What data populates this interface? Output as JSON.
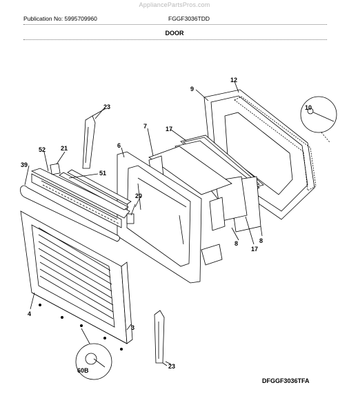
{
  "watermark": "AppliancePartsPros.com",
  "header": {
    "publication": "Publication No: 5995709960",
    "model": "FGGF3036TDD",
    "section": "DOOR"
  },
  "footer": {
    "diagram_id": "DFGGF3036TFA"
  },
  "callouts": {
    "c23a": "23",
    "c9": "9",
    "c12": "12",
    "c10": "10",
    "c7": "7",
    "c17a": "17",
    "c6": "6",
    "c52": "52",
    "c21": "21",
    "c39": "39",
    "c51": "51",
    "c20": "20",
    "c8a": "8",
    "c8b": "8",
    "c17b": "17",
    "c4": "4",
    "c3": "3",
    "c60b": "60B",
    "c23b": "23"
  }
}
